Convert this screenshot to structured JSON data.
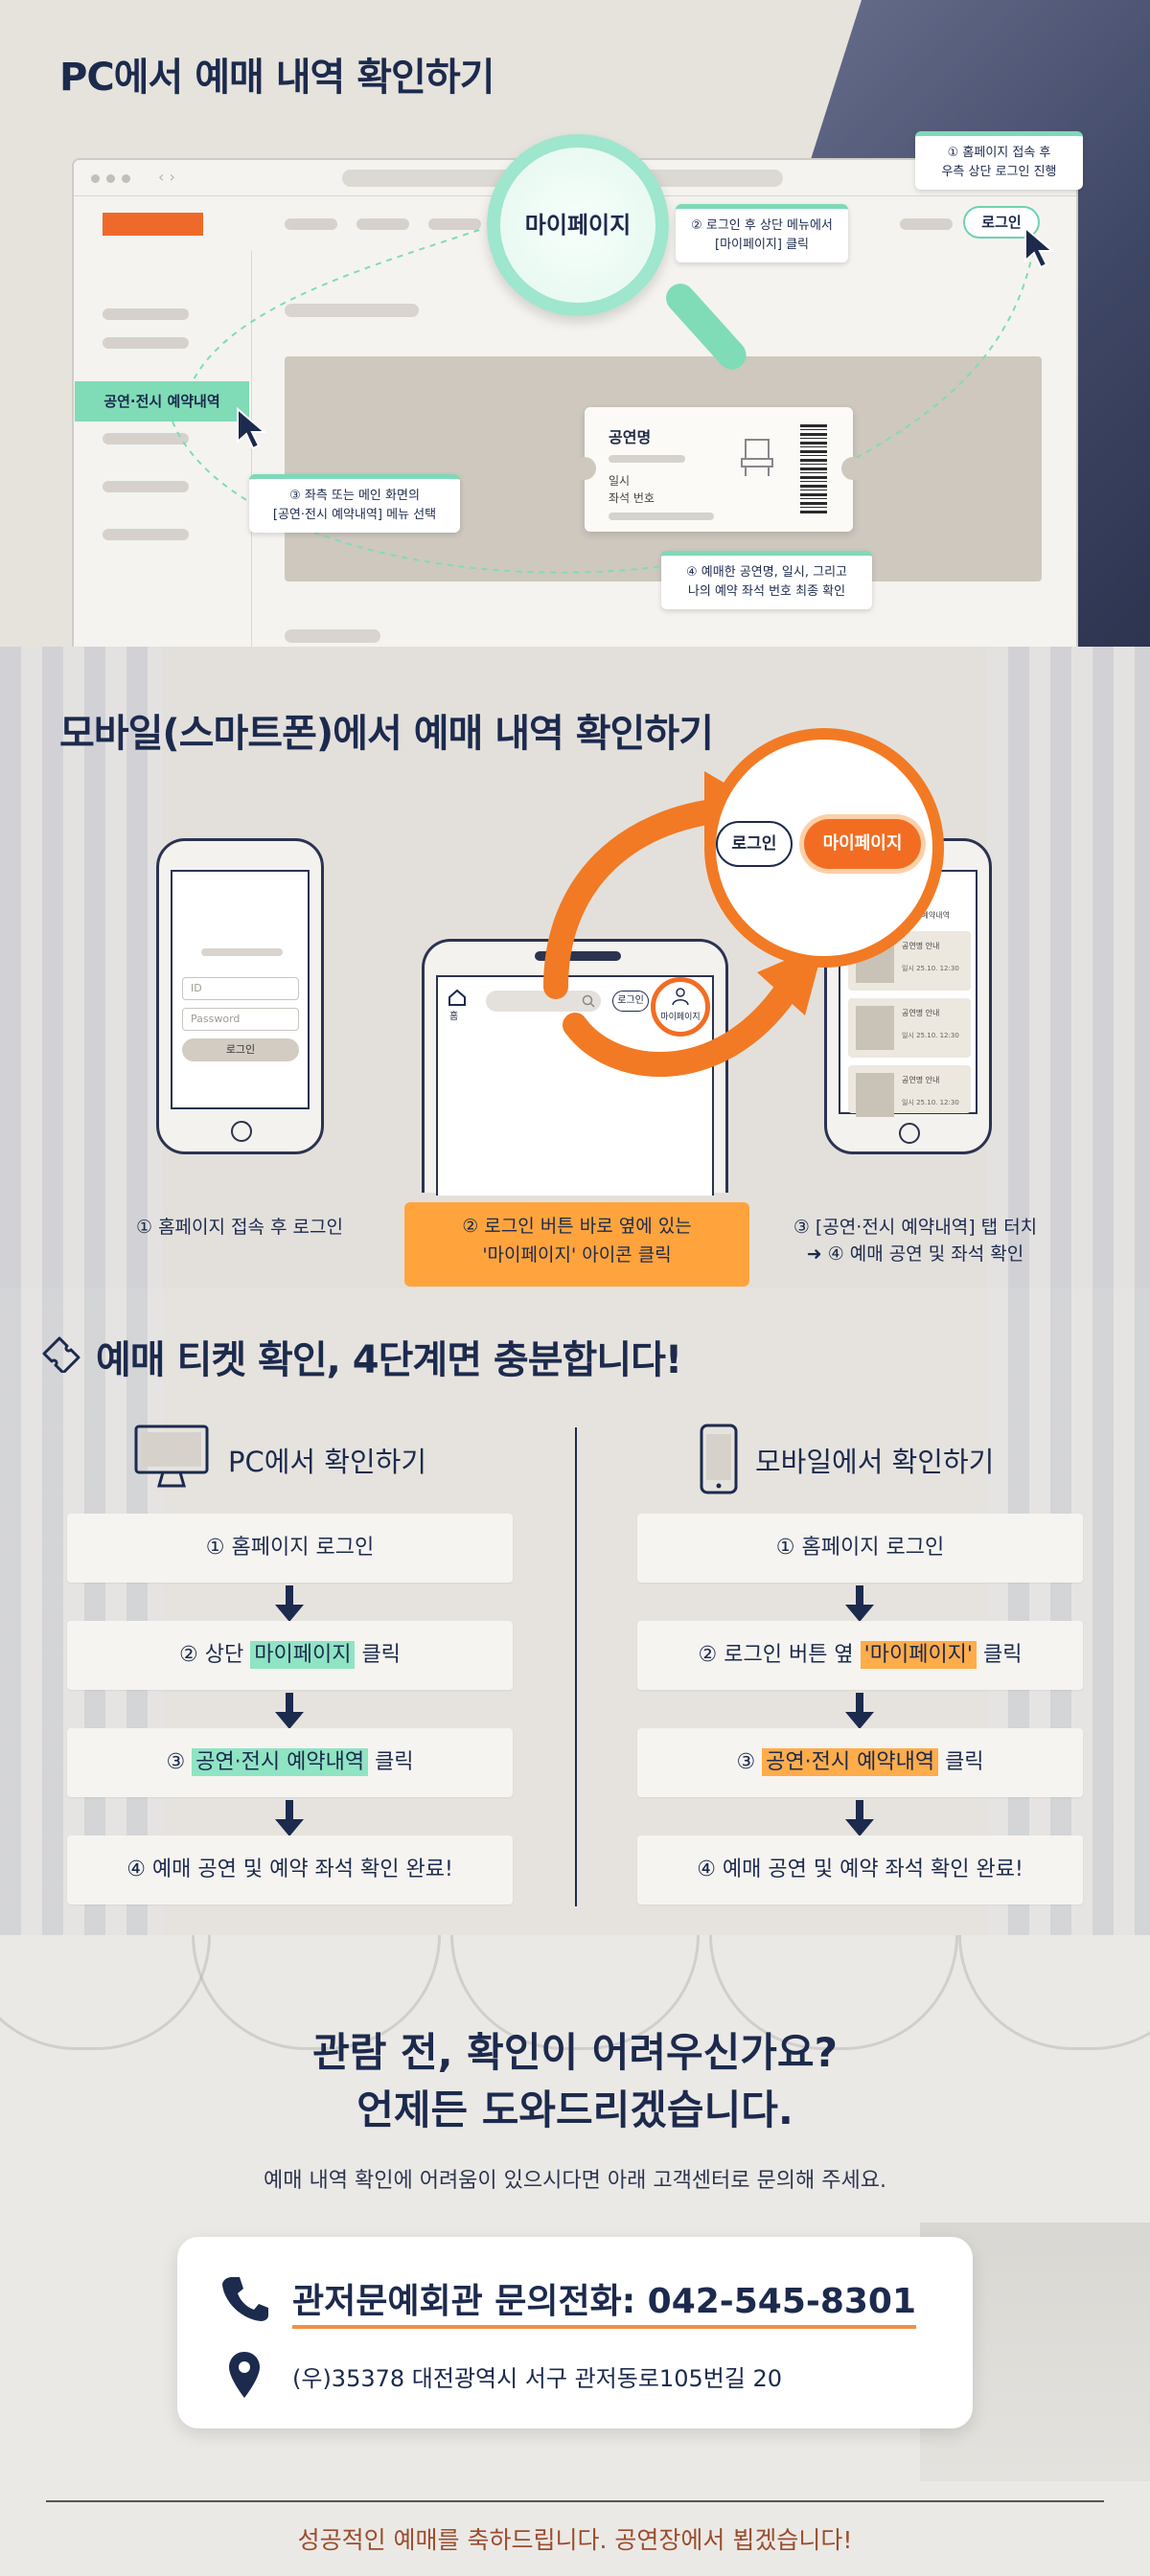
{
  "pc_section": {
    "title": "PC에서 예매 내역 확인하기",
    "login_button": "로그인",
    "magnifier_label": "마이페이지",
    "step1_callout": "① 홈페이지 접속 후\n우측 상단 로그인 진행",
    "step2_callout": "② 로그인 후 상단 메뉴에서\n[마이페이지] 클릭",
    "menu_tag": "공연·전시 예약내역",
    "step3_callout": "③ 좌측 또는 메인 화면의\n[공연·전시 예약내역] 메뉴 선택",
    "ticket_title": "공연명",
    "ticket_date_label": "일시",
    "ticket_seat_label": "좌석 번호",
    "step4_callout": "④ 예매한 공연명, 일시, 그리고\n나의 예약 좌석 번호 최종 확인"
  },
  "mobile_section": {
    "title": "모바일(스마트폰)에서 예매 내역 확인하기",
    "id_placeholder": "ID",
    "password_placeholder": "Password",
    "login_mini": "로그인",
    "home_label": "홈",
    "login_pill_small": "로그인",
    "mypage_small": "마이페이지",
    "bubble_login": "로그인",
    "bubble_mypage": "마이페이지",
    "list_header": "공연·전시 예약내역",
    "card_title": "공연명 안내",
    "card_date": "일시 25.10. 12:30",
    "caption1": "① 홈페이지 접속 후 로그인",
    "caption2": "② 로그인 버튼 바로 옆에 있는\n'마이페이지' 아이콘 클릭",
    "caption3": "③ [공연·전시 예약내역] 탭 터치\n➜ ④ 예매 공연 및 좌석 확인"
  },
  "summary_section": {
    "title": "예매 티켓 확인, 4단계면 충분합니다!",
    "pc_head": "PC에서 확인하기",
    "mobile_head": "모바일에서 확인하기",
    "pc_steps": {
      "s1": "① 홈페이지 로그인",
      "s2_pre": "② 상단 ",
      "s2_hl": "마이페이지",
      "s2_post": " 클릭",
      "s3_pre": "③ ",
      "s3_hl": "공연·전시 예약내역",
      "s3_post": " 클릭",
      "s4": "④ 예매 공연 및 예약 좌석 확인 완료!"
    },
    "mobile_steps": {
      "s1": "① 홈페이지 로그인",
      "s2_pre": "② 로그인 버튼 옆 ",
      "s2_hl": "'마이페이지'",
      "s2_post": " 클릭",
      "s3_pre": "③ ",
      "s3_hl": "공연·전시 예약내역",
      "s3_post": " 클릭",
      "s4": "④ 예매 공연 및 예약 좌석 확인 완료!"
    }
  },
  "help_section": {
    "headline1": "관람 전, 확인이 어려우신가요?",
    "headline2": "언제든 도와드리겠습니다.",
    "subtext": "예매 내역 확인에 어려움이 있으시다면 아래 고객센터로 문의해 주세요.",
    "phone": "관저문예회관 문의전화: 042-545-8301",
    "address": "(우)35378 대전광역시 서구 관저동로105번길 20",
    "footer": "성공적인 예매를 축하드립니다. 공연장에서 뵙겠습니다!"
  },
  "colors": {
    "navy": "#1c2a4d",
    "mint": "#7fdcb6",
    "orange": "#f26d22",
    "orange_light": "#ffa43d"
  }
}
